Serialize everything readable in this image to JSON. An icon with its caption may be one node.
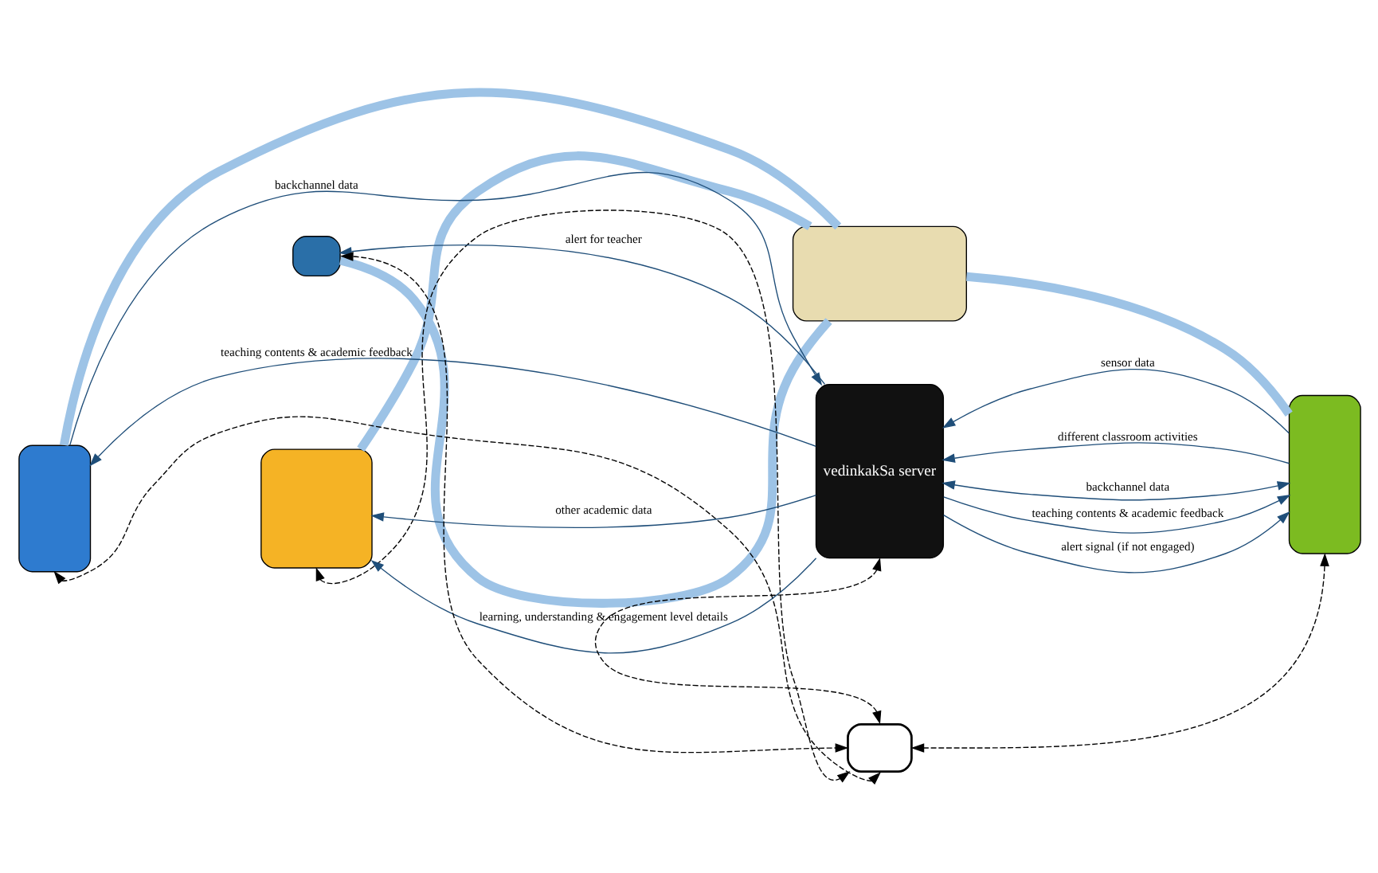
{
  "diagram": {
    "nodes": [
      {
        "text": [],
        "shape": "box"
      },
      {
        "text": [],
        "shape": "box"
      },
      {
        "text": [],
        "shape": "box"
      },
      {
        "text": [
          "vedinkakSa server"
        ]
      },
      {
        "text": [],
        "shape": "box"
      },
      {
        "text": [],
        "shape": "box"
      },
      {
        "text": [],
        "shape": "box"
      }
    ],
    "edges": [
      {
        "from": 1,
        "to": 3,
        "arrow": "to",
        "label": "backchannel data"
      },
      {
        "from": 3,
        "to": 1,
        "arrow": "to",
        "label": "teaching contents & academic feedback"
      },
      {
        "from": 3,
        "to": 2,
        "arrow": "to",
        "label": "other academic data"
      },
      {
        "from": 4,
        "to": 3,
        "arrow": "to",
        "label": "sensor data"
      },
      {
        "from": 4,
        "to": 3,
        "arrow": "to",
        "label": "different classroom activities"
      },
      {
        "from": 3,
        "to": 4,
        "arrow": "both",
        "label": "backchannel data"
      },
      {
        "from": 3,
        "to": 4,
        "arrow": "to",
        "label": "teaching contents & academic feedback"
      },
      {
        "from": 3,
        "to": 4,
        "arrow": "to",
        "label": "alert signal (if not engaged)"
      },
      {
        "from": 3,
        "to": 2,
        "arrow": "to",
        "label": "learning, understanding & engagement level details"
      },
      {
        "from": 3,
        "to": 5,
        "arrow": "to",
        "label": "alert for teacher"
      },
      {
        "from": 3,
        "to": 6,
        "arrow": "both",
        "style": "dashed",
        "color": "#000000"
      },
      {
        "from": 5,
        "to": 6,
        "arrow": "both",
        "style": "dashed",
        "color": "#000000"
      },
      {
        "from": 4,
        "to": 6,
        "arrow": "both",
        "style": "dashed",
        "color": "#000000"
      },
      {
        "from": 2,
        "to": 6,
        "arrow": "both",
        "style": "dashed",
        "color": "#000000"
      },
      {
        "from": 1,
        "to": 6,
        "arrow": "both",
        "style": "dashed",
        "color": "#000000"
      },
      {
        "from": 0,
        "to": 1,
        "arrow": "none",
        "style": "thick",
        "color": "#9dc3e6"
      },
      {
        "from": 0,
        "to": 2,
        "arrow": "none",
        "style": "thick",
        "color": "#9dc3e6"
      },
      {
        "from": 0,
        "to": 5,
        "arrow": "none",
        "style": "thick",
        "color": "#9dc3e6"
      },
      {
        "from": 0,
        "to": 4,
        "arrow": "none",
        "style": "thick",
        "color": "#9dc3e6"
      }
    ]
  }
}
